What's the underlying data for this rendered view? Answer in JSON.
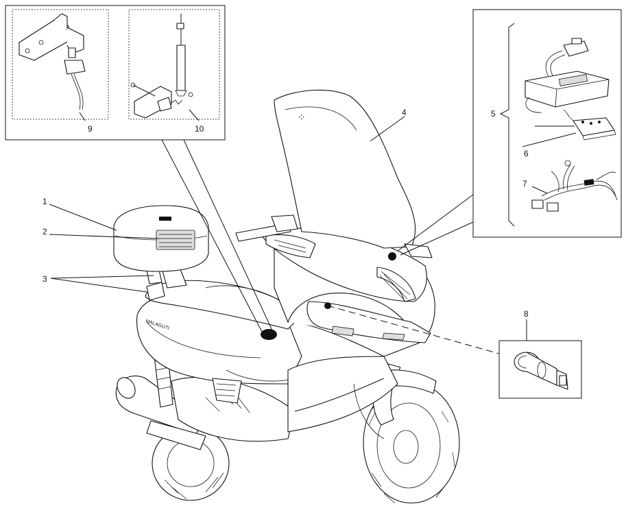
{
  "diagram": {
    "title": "",
    "callouts": [
      {
        "id": "1",
        "label": "1"
      },
      {
        "id": "2",
        "label": "2"
      },
      {
        "id": "3",
        "label": "3"
      },
      {
        "id": "4",
        "label": "4"
      },
      {
        "id": "5",
        "label": "5"
      },
      {
        "id": "6",
        "label": "6"
      },
      {
        "id": "7",
        "label": "7"
      },
      {
        "id": "8",
        "label": "8"
      },
      {
        "id": "9",
        "label": "9"
      },
      {
        "id": "10",
        "label": "10"
      }
    ],
    "brand_mark": "MALAGUTI",
    "colors": {
      "ink": "#111111",
      "paper": "#ffffff",
      "shade": "#dddddd"
    }
  }
}
